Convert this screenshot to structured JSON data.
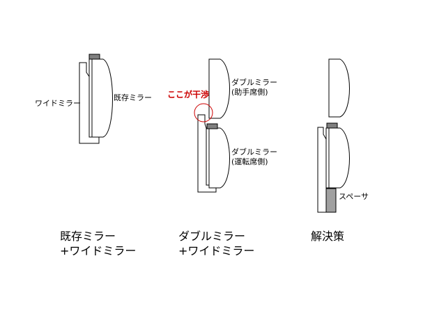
{
  "panels": {
    "existing": {
      "wide_mirror_label": "ワイドミラー",
      "existing_mirror_label": "既存ミラー",
      "caption_line1": "既存ミラー",
      "caption_line2": "+ワイドミラー"
    },
    "double": {
      "interference_label": "ここが干渉",
      "passenger_mirror_line1": "ダブルミラー",
      "passenger_mirror_line2": "(助手席側)",
      "driver_mirror_line1": "ダブルミラー",
      "driver_mirror_line2": "(運転席側)",
      "caption_line1": "ダブルミラー",
      "caption_line2": "+ワイドミラー"
    },
    "solution": {
      "spacer_label": "スペーサ",
      "caption": "解決策"
    }
  },
  "colors": {
    "line": "#000000",
    "clip_fill": "#808080",
    "spacer_fill": "#a0a0a0",
    "interference": "#cc0000"
  }
}
